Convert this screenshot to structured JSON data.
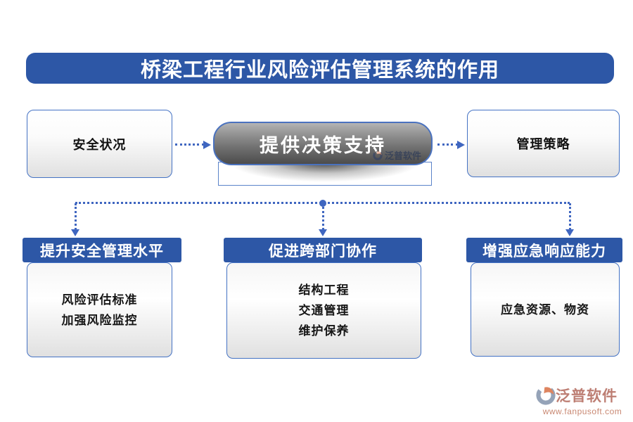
{
  "title": "桥梁工程行业风险评估管理系统的作用",
  "flow": {
    "input_box": "安全状况",
    "center_pill": "提供决策支持",
    "output_box": "管理策略"
  },
  "sections": [
    {
      "header": "提升安全管理水平",
      "items": [
        "风险评估标准",
        "加强风险监控"
      ]
    },
    {
      "header": "促进跨部门协作",
      "items": [
        "结构工程",
        "交通管理",
        "维护保养"
      ]
    },
    {
      "header": "增强应急响应能力",
      "items": [
        "应急资源、物资"
      ]
    }
  ],
  "watermark": {
    "text": "泛普软件"
  },
  "footer": {
    "brand": "泛普软件",
    "url": "www.fanpusoft.com"
  },
  "colors": {
    "banner_blue": "#2d57a6",
    "border_blue": "#4472c4",
    "connector_blue": "#3f66c0",
    "pill_gray_dark": "#4c4c4c",
    "brand_red": "#bd7e73"
  }
}
